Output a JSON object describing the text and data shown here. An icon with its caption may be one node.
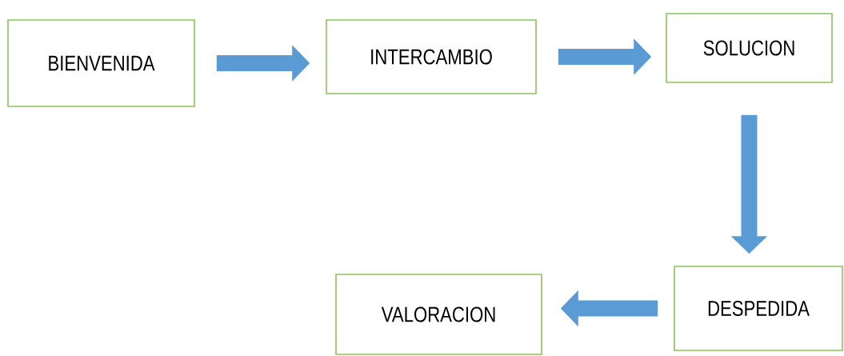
{
  "diagram": {
    "nodes": [
      {
        "text": [
          "BIENVENIDA"
        ]
      },
      {
        "text": [
          "INTERCAMBIO"
        ]
      },
      {
        "text": [
          "SOLUCION"
        ]
      },
      {
        "text": [
          "DESPEDIDA"
        ]
      },
      {
        "text": [
          "VALORACION"
        ]
      }
    ],
    "edges": [
      {
        "from": 0,
        "to": 1,
        "arrow": "to"
      },
      {
        "from": 1,
        "to": 2,
        "arrow": "to"
      },
      {
        "from": 2,
        "to": 3,
        "arrow": "to"
      },
      {
        "from": 3,
        "to": 4,
        "arrow": "to"
      }
    ]
  }
}
